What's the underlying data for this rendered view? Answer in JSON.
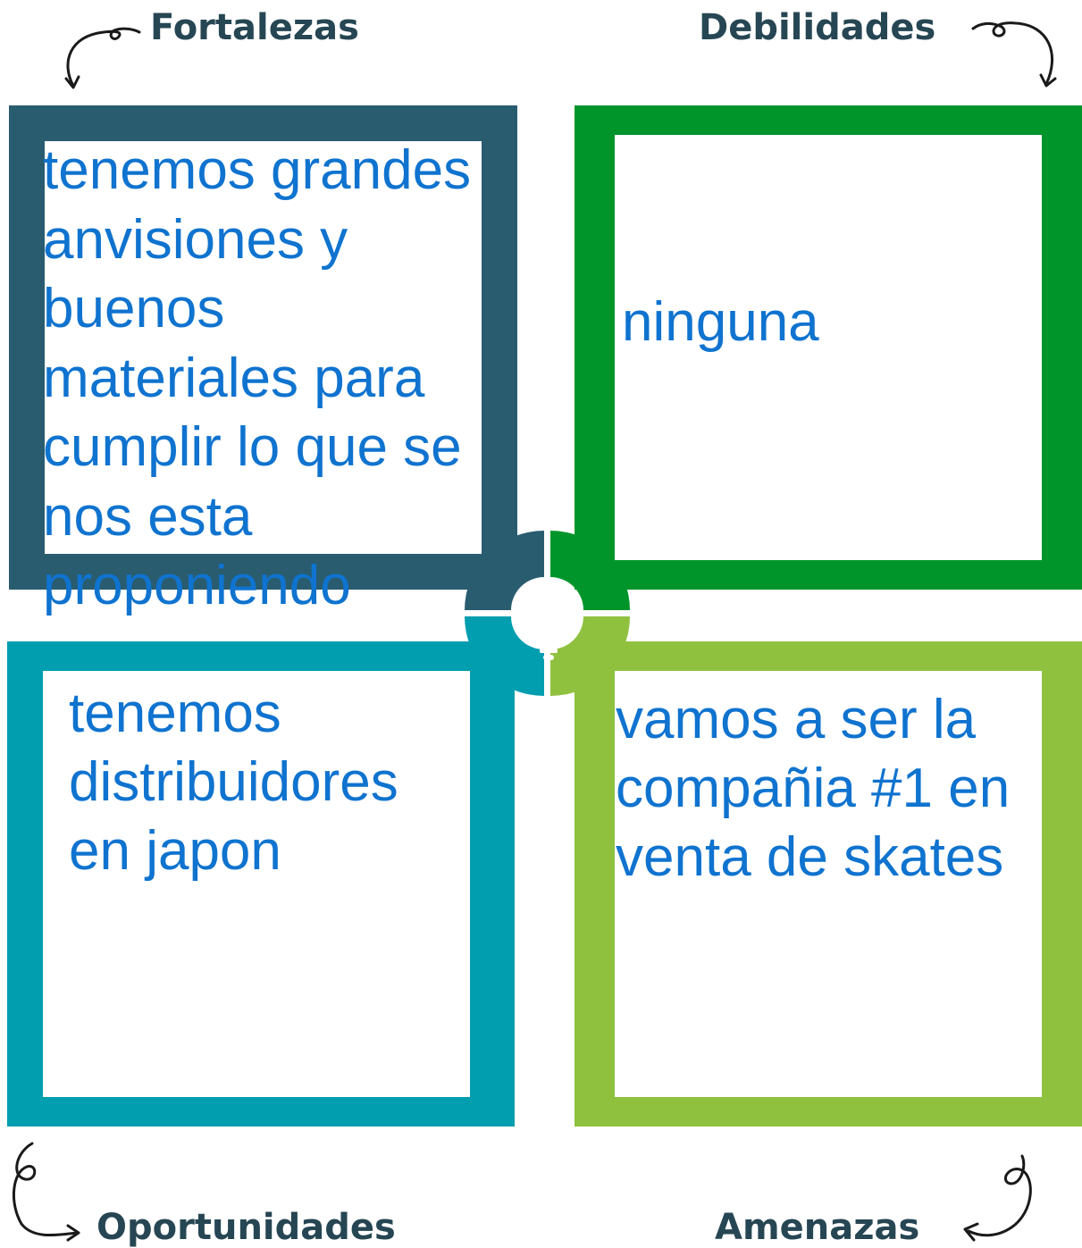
{
  "swot": {
    "fortalezas": {
      "label": "Fortalezas",
      "color": "#295c6f",
      "text_lines": [
        "tenemos grandes",
        "anvisiones y",
        "buenos",
        "materiales para",
        "cumplir lo que se",
        "nos esta",
        "proponiendo"
      ]
    },
    "debilidades": {
      "label": "Debilidades",
      "color": "#00952b",
      "text_lines": [
        "ninguna"
      ]
    },
    "oportunidades": {
      "label": "Oportunidades",
      "color": "#009eaf",
      "text_lines": [
        "tenemos",
        "distribuidores",
        "en japon"
      ]
    },
    "amenazas": {
      "label": "Amenazas",
      "color": "#8fc13f",
      "text_lines": [
        "vamos a ser la",
        "compañia #1 en",
        "venta de skates"
      ]
    }
  },
  "center_icon": "lightbulb-icon",
  "arrow_icon": "curly-arrow-icon"
}
